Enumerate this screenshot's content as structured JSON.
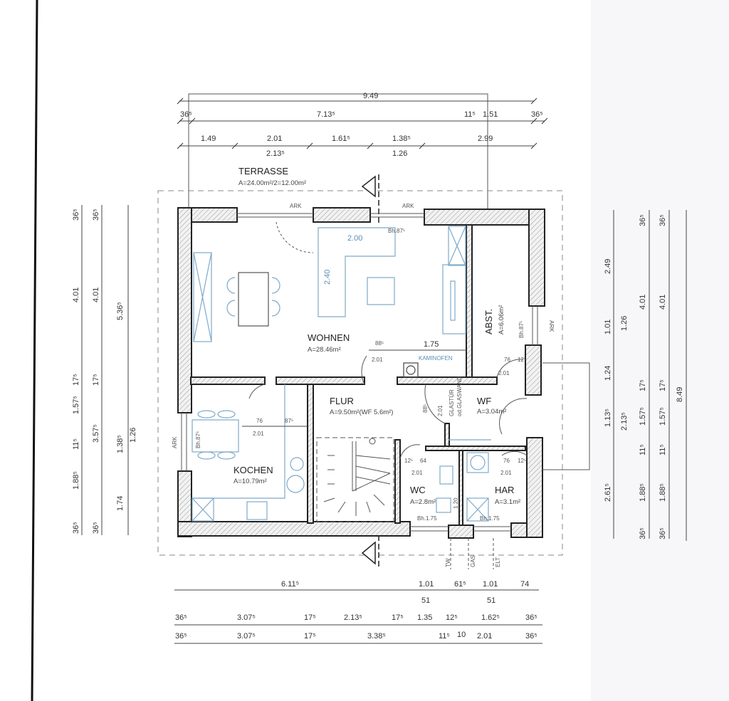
{
  "top_dims": {
    "overall": "9.49",
    "row2": [
      "36⁵",
      "7.13⁵",
      "11⁵",
      "1.51",
      "36⁵"
    ],
    "row3": [
      "1.49",
      "2.01",
      "2.13⁵",
      "1.61⁵",
      "1.38⁵",
      "1.26",
      "2.99"
    ]
  },
  "left_dims": {
    "col1": [
      "36⁵",
      "4.01",
      "17⁵",
      "1.57⁵",
      "11⁵",
      "1.88⁵",
      "36⁵"
    ],
    "col2": [
      "36⁵",
      "4.01",
      "17⁵",
      "3.57⁵",
      "36⁵"
    ],
    "col3": [
      "5.36⁵",
      "1.38⁵",
      "1.26",
      "1.74"
    ]
  },
  "right_dims": {
    "col1": [
      "2.49",
      "1.01",
      "1.26",
      "1.24",
      "1.13⁵",
      "2.13⁵",
      "2.61⁵"
    ],
    "col2": [
      "36⁵",
      "4.01",
      "17⁵",
      "1.57⁵",
      "11⁵",
      "1.88⁵",
      "36⁵"
    ],
    "col3": [
      "36⁵",
      "4.01",
      "17⁵",
      "1.57⁵",
      "11⁵",
      "1.88⁵",
      "36⁵"
    ],
    "col4": [
      "8.49"
    ]
  },
  "bottom_dims": {
    "row1": [
      "6.11⁵",
      "1.01",
      "51",
      "61⁵",
      "1.01",
      "51",
      "74"
    ],
    "row2": [
      "36⁵",
      "3.07⁵",
      "17⁵",
      "2.13⁵",
      "17⁵",
      "1.35",
      "12⁵",
      "1.62⁵",
      "36⁵"
    ],
    "row3": [
      "36⁵",
      "3.07⁵",
      "17⁵",
      "3.38⁵",
      "11⁵",
      "10",
      "2.01",
      "36⁵"
    ]
  },
  "rooms": {
    "terrasse": {
      "name": "TERRASSE",
      "area": "A=24.00m²/2=12.00m²"
    },
    "wohnen": {
      "name": "WOHNEN",
      "area": "A=28.46m²"
    },
    "kochen": {
      "name": "KOCHEN",
      "area": "A=10.79m²"
    },
    "flur": {
      "name": "FLUR",
      "area": "A=9.50m²(WF 5.6m²)"
    },
    "abst": {
      "name": "ABST.",
      "area": "A=6.06m²"
    },
    "wf": {
      "name": "WF",
      "area": "A=3.04m²"
    },
    "wc": {
      "name": "WC",
      "area": "A=2.8m²"
    },
    "har": {
      "name": "HAR",
      "area": "A=3.1m²"
    }
  },
  "annotations": {
    "ark": "ARK",
    "bh875": "Bh.87⁵",
    "bh175": "Bh.1.75",
    "sofa_w": "2.00",
    "sofa_d": "2.40",
    "d885": "88⁵",
    "d175": "1.75",
    "d201": "2.01",
    "d76": "76",
    "d875": "87⁵",
    "d125": "12⁵",
    "d64": "64",
    "d120": "1.20",
    "kaminofen": "KAMINOFEN",
    "glastuer": "GLASTÜR",
    "glaswand": "od.GLASWAND",
    "tw": "TW",
    "gas": "GAS",
    "elt": "ELT"
  }
}
